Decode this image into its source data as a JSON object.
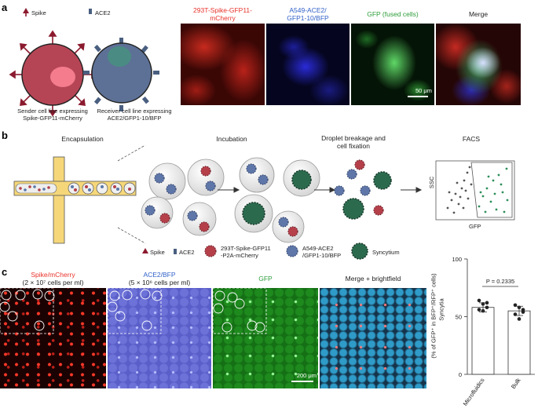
{
  "panel_a": {
    "letter": "a",
    "spike_label": "Spike",
    "ace2_label": "ACE2",
    "sender_caption": "Sender cell line expressing\nSpike-GFP11-mCherry",
    "receiver_caption": "Receiver cell line expressing\nACE2/GFP1-10/BFP",
    "col1_title": "293T-Spike-GFP11-\nmCherry",
    "col2_title": "A549-ACE2/\nGFP1-10/BFP",
    "col3_title": "GFP (fused cells)",
    "col4_title": "Merge",
    "scalebar": "50 μm",
    "colors": {
      "red": "#e8322a",
      "blue": "#2f5fc8",
      "green": "#2e9d3a"
    }
  },
  "panel_b": {
    "letter": "b",
    "step1": "Encapsulation",
    "step2": "Incubation",
    "step3": "Droplet breakage and\ncell fixation",
    "step4": "FACS",
    "facs_y": "SSC",
    "facs_x": "GFP",
    "legend": {
      "spike": "Spike",
      "ace2": "ACE2",
      "sender": "293T-Spike-GFP11\n-P2A-mCherry",
      "receiver": "A549-ACE2\n/GFP1-10/BFP",
      "syncytium": "Syncytium"
    }
  },
  "panel_c": {
    "letter": "c",
    "img1_title": "Spike/mCherry",
    "img1_sub": "(2 × 10⁷ cells per ml)",
    "img2_title": "ACE2/BFP",
    "img2_sub": "(5 × 10⁶ cells per ml)",
    "img3_title": "GFP",
    "img4_title": "Merge + brightfield",
    "scalebar": "200 μm",
    "chart_ylabel_1": "Syncytia",
    "chart_ylabel_2": "(% of GFP⁺ in BFP⁺/RFP⁺ cells)",
    "pvalue": "P = 0.2335"
  },
  "chart_data": {
    "type": "bar",
    "categories": [
      "Microfluidics",
      "Bulk"
    ],
    "values": [
      58,
      55
    ],
    "errors": [
      4,
      4
    ],
    "points": [
      [
        64,
        61,
        58,
        56,
        55,
        62
      ],
      [
        60,
        58,
        54,
        52,
        48,
        56
      ]
    ],
    "ylim": [
      0,
      100
    ],
    "yticks": [
      0,
      50,
      100
    ]
  }
}
